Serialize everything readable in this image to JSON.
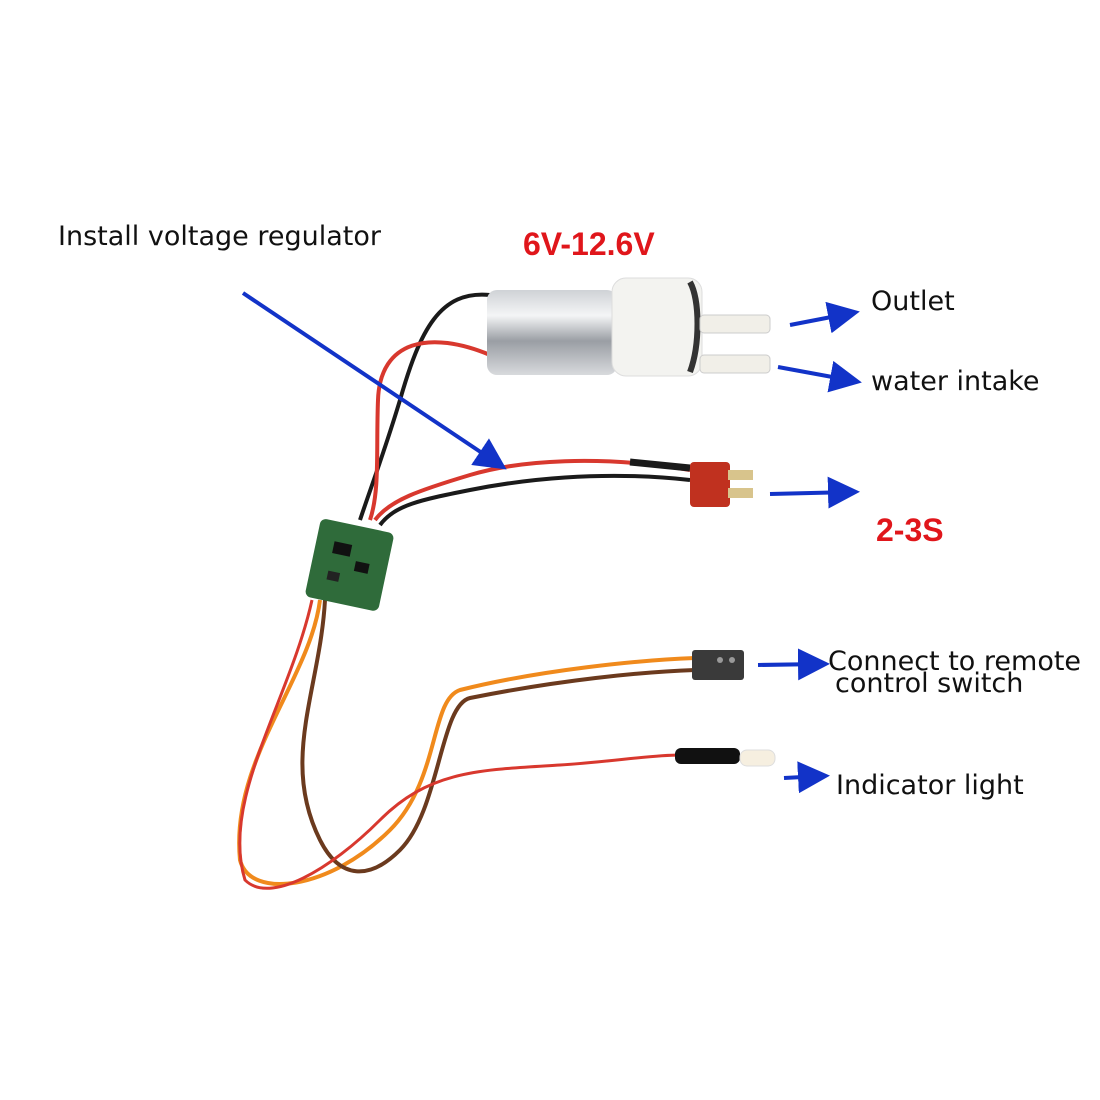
{
  "labels": {
    "regulator": "Install voltage regulator",
    "voltage": "6V-12.6V",
    "outlet": "Outlet",
    "intake": "water intake",
    "battery": "2-3S",
    "remote_line1": "Connect to remote",
    "remote_line2": "control switch",
    "indicator": "Indicator light"
  },
  "colors": {
    "arrow": "#1233c8",
    "highlight": "#e0161b",
    "wire_red": "#d8382e",
    "wire_black": "#1a1a1a",
    "wire_orange": "#f08a1c",
    "wire_brown": "#6b3a1e",
    "pcb": "#2f6b3a"
  }
}
